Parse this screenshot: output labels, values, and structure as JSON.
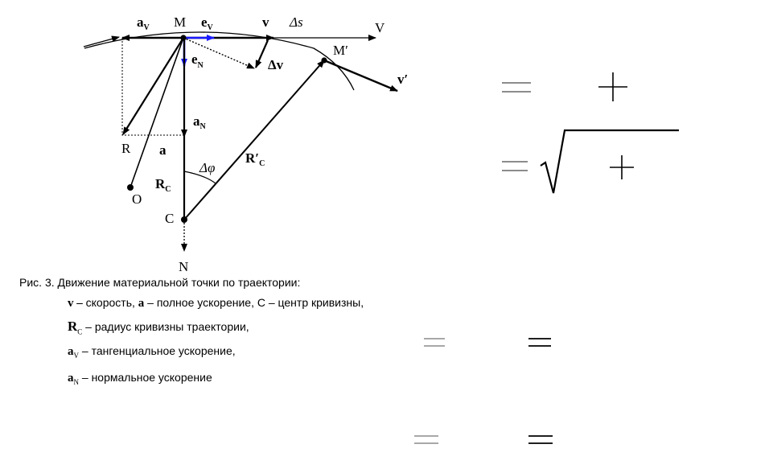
{
  "diagram_labels": {
    "a_v": "a",
    "a_v_sub": "V",
    "M": "M",
    "e_v": "e",
    "e_v_sub": "V",
    "v": "v",
    "delta_s": "Δs",
    "V": "V",
    "M_prime": "M′",
    "e_n": "e",
    "e_n_sub": "N",
    "delta_v": "Δv",
    "v_prime": "v′",
    "a_n": "a",
    "a_n_sub": "N",
    "R": "R",
    "a": "a",
    "R_prime_c": "R′",
    "R_prime_c_sub": "C",
    "delta_phi": "Δφ",
    "O": "O",
    "R_c": "R",
    "R_c_sub": "C",
    "C": "C",
    "N": "N"
  },
  "caption": {
    "title": "Рис. 3. Движение материальной точки по траектории:",
    "line1_sym_v": "v –",
    "line1_text_a": " скорость, ",
    "line1_sym_a": "a",
    "line1_text_b": " – полное ускорение, С – центр кривизны,",
    "line2_sym": "R",
    "line2_sub": "C",
    "line2_text": "  – радиус  кривизны траектории,",
    "line3_sym": "a",
    "line3_sub": "V",
    "line3_text": "  – тангенциальное ускорение,",
    "line4_sym": "a",
    "line4_sub": "N",
    "line4_text": " – нормальное  ускорение"
  },
  "colors": {
    "unit_vector": "#1a1aff",
    "ink": "#000000",
    "formula_gray": "#8c8c8c"
  }
}
